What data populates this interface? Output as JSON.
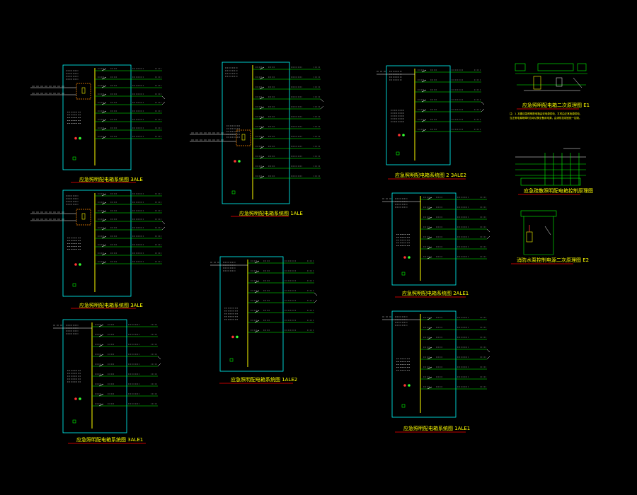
{
  "drawing": {
    "background": "#000000",
    "colors": {
      "frame": "#00ffff",
      "busbar": "#ffff00",
      "feeder": "#00ff00",
      "text": "#ffffff",
      "title": "#ffff00",
      "underline": "#ff0000",
      "breaker_box": "#ff8800",
      "indicator_red": "#ff3333",
      "indicator_green": "#33ff33"
    }
  },
  "panels": [
    {
      "id": "p1",
      "title": "应急照明配电箱系统图 3ALE",
      "feeders": 9,
      "has_breaker_box": true,
      "incoming": 2
    },
    {
      "id": "p2",
      "title": "应急照明配电箱系统图 3ALE",
      "feeders": 9,
      "has_breaker_box": true,
      "incoming": 2
    },
    {
      "id": "p3",
      "title": "应急照明配电箱系统图 3ALE1",
      "feeders": 9,
      "has_breaker_box": false,
      "incoming": 1
    },
    {
      "id": "p4",
      "title": "应急照明配电箱系统图 1ALE",
      "feeders": 12,
      "has_breaker_box": true,
      "incoming": 2
    },
    {
      "id": "p5",
      "title": "应急照明配电箱系统图 1ALE2",
      "feeders": 8,
      "has_breaker_box": false,
      "incoming": 1
    },
    {
      "id": "p6",
      "title": "应急照明配电箱系统图 2 3ALE2",
      "feeders": 7,
      "has_breaker_box": false,
      "incoming": 1
    },
    {
      "id": "p7",
      "title": "应急照明配电箱系统图 2ALE1",
      "feeders": 7,
      "has_breaker_box": false,
      "incoming": 1
    },
    {
      "id": "p8",
      "title": "应急照明配电箱系统图 1ALE1",
      "feeders": 8,
      "has_breaker_box": false,
      "incoming": 1
    }
  ],
  "details": [
    {
      "id": "d1",
      "title": "应急照明配电箱二次原理图 E1"
    },
    {
      "id": "d2",
      "title": "应急疏散照明配电箱控制原理图"
    },
    {
      "id": "d3",
      "title": "消防水泵控制电源二次原理图 E2"
    }
  ],
  "note": {
    "lines": [
      "注：1.本图应急照明配电箱由双电源供电，平时由正常电源供电，",
      "当正常电源故障时自动切换至备用电源，由消防控制室统一控制。"
    ]
  }
}
